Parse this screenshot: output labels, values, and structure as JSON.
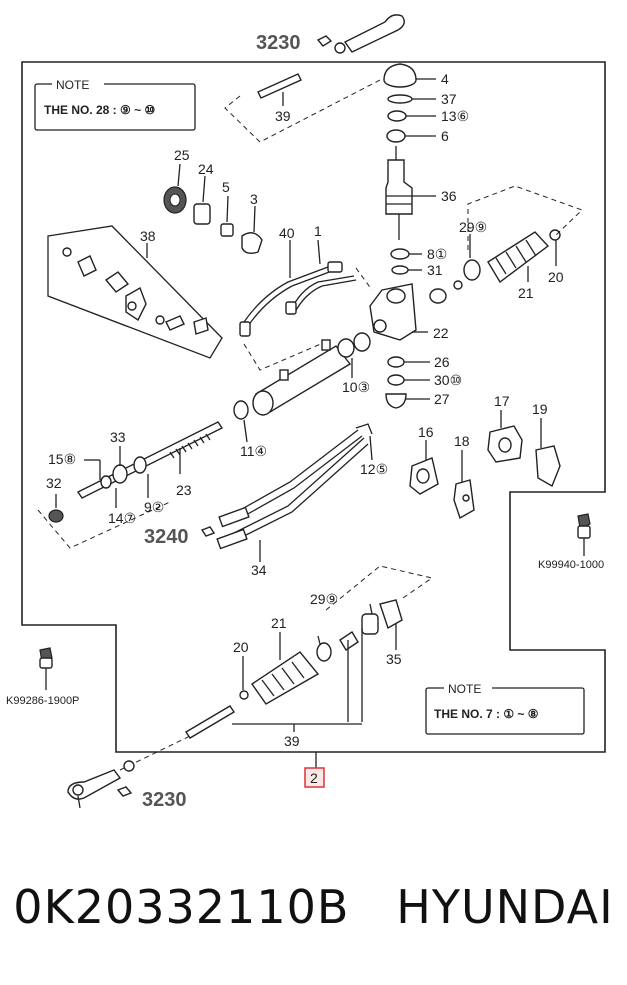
{
  "refs": {
    "top": "3230",
    "middle": "3240",
    "bottom": "3230"
  },
  "notes": [
    {
      "title": "NOTE",
      "body": "THE NO. 28 : ⑨ ~ ⑩"
    },
    {
      "title": "NOTE",
      "body": "THE NO. 7 : ① ~ ⑧"
    }
  ],
  "codes": {
    "right": "K99940-1000",
    "left": "K99286-1900P"
  },
  "callouts": {
    "p4": "4",
    "p37": "37",
    "p13": "13⑥",
    "p6": "6",
    "p36": "36",
    "p25": "25",
    "p24": "24",
    "p5": "5",
    "p3": "3",
    "p38": "38",
    "p40": "40",
    "p1": "1",
    "p8": "8①",
    "p31": "31",
    "p29a": "29⑨",
    "p20a": "20",
    "p21a": "21",
    "p22": "22",
    "p39a": "39",
    "p10": "10③",
    "p26": "26",
    "p30": "30⑩",
    "p27": "27",
    "p33": "33",
    "p15": "15⑧",
    "p11": "11④",
    "p32": "32",
    "p14": "14⑦",
    "p9": "9②",
    "p23": "23",
    "p17": "17",
    "p19": "19",
    "p16": "16",
    "p18": "18",
    "p12": "12⑤",
    "p34": "34",
    "p29b": "29⑨",
    "p21b": "21",
    "p20b": "20",
    "p35": "35",
    "p39b": "39",
    "p2": "2"
  },
  "footer": "0K20332110B   HYUNDAI"
}
